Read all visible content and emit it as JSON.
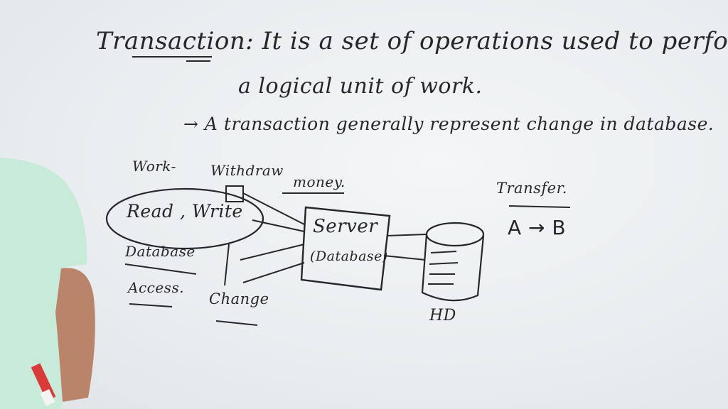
{
  "board": {
    "title": "Transaction: It is a set of operations used to perform",
    "line2": "a logical unit of work.",
    "line3": "→ A transaction generally represent change in database.",
    "work_label": "Work-",
    "withdraw": "Withdraw",
    "money": "money.",
    "read_write": "Read , Write",
    "database": "Database",
    "access": "Access.",
    "change": "Change",
    "server": "Server",
    "server_db": "(Database)",
    "hd": "HD",
    "transfer": "Transfer.",
    "a_to_b": "A → B"
  },
  "colors": {
    "board": "#eceff1",
    "ink": "#26262b",
    "shirt": "#c8ead9",
    "skin": "#b9846a",
    "marker": "#d93a3a"
  }
}
